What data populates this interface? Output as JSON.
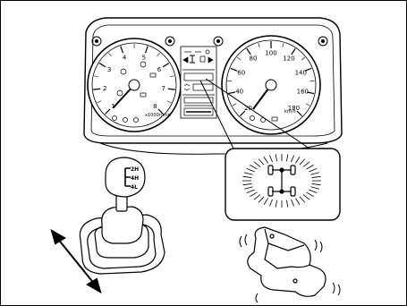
{
  "speedometer": {
    "unit": "km/h",
    "ticks": [
      "20",
      "40",
      "60",
      "80",
      "100",
      "120",
      "140",
      "160",
      "180"
    ]
  },
  "tachometer": {
    "label": "x1000r/min",
    "ticks": [
      "1",
      "2",
      "3",
      "4",
      "5",
      "6",
      "7",
      "8"
    ]
  },
  "shift_knob": {
    "positions": [
      "2H",
      "4H",
      "4L"
    ]
  },
  "indicator": {
    "name": "4WD indicator",
    "symbol": "4wd-drivetrain-icon"
  }
}
